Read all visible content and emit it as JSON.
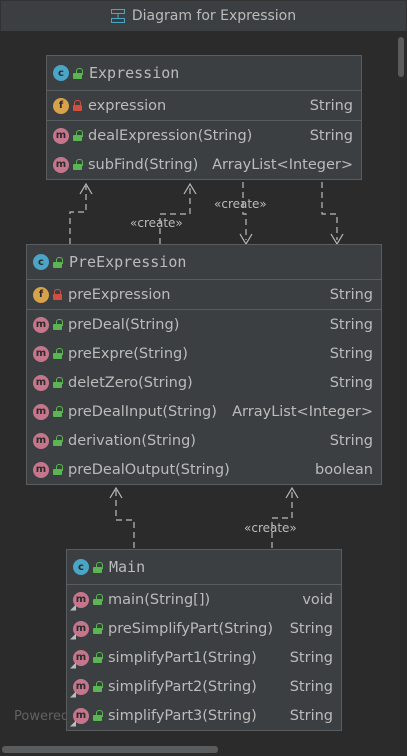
{
  "window": {
    "title": "Diagram for Expression"
  },
  "footer": {
    "powered": "Powered by yFiles"
  },
  "links": {
    "create_label": "«create»"
  },
  "classes": {
    "expression": {
      "name": "Expression",
      "fields": [
        {
          "name": "expression",
          "type": "String",
          "visibility": "private"
        }
      ],
      "methods": [
        {
          "name": "dealExpression(String)",
          "type": "String",
          "visibility": "public"
        },
        {
          "name": "subFind(String)",
          "type": "ArrayList<Integer>",
          "visibility": "public"
        }
      ]
    },
    "preexpression": {
      "name": "PreExpression",
      "fields": [
        {
          "name": "preExpression",
          "type": "String",
          "visibility": "private"
        }
      ],
      "methods": [
        {
          "name": "preDeal(String)",
          "type": "String",
          "visibility": "public"
        },
        {
          "name": "preExpre(String)",
          "type": "String",
          "visibility": "public"
        },
        {
          "name": "deletZero(String)",
          "type": "String",
          "visibility": "public"
        },
        {
          "name": "preDealInput(String)",
          "type": "ArrayList<Integer>",
          "visibility": "public"
        },
        {
          "name": "derivation(String)",
          "type": "String",
          "visibility": "public"
        },
        {
          "name": "preDealOutput(String)",
          "type": "boolean",
          "visibility": "public"
        }
      ]
    },
    "main": {
      "name": "Main",
      "methods": [
        {
          "name": "main(String[])",
          "type": "void",
          "visibility": "public",
          "static": true
        },
        {
          "name": "preSimplifyPart(String)",
          "type": "String",
          "visibility": "public",
          "static": true
        },
        {
          "name": "simplifyPart1(String)",
          "type": "String",
          "visibility": "public",
          "static": true
        },
        {
          "name": "simplifyPart2(String)",
          "type": "String",
          "visibility": "public",
          "static": true
        },
        {
          "name": "simplifyPart3(String)",
          "type": "String",
          "visibility": "public",
          "static": true
        }
      ]
    }
  },
  "colors": {
    "class_badge": "#4aa5c6",
    "field_badge": "#d8a24a",
    "method_badge": "#c5768d",
    "public": "#5ab552",
    "private": "#d0503f"
  }
}
